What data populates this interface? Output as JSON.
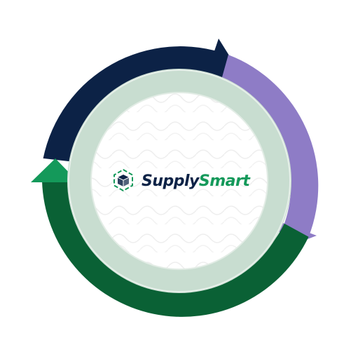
{
  "brand": {
    "name_part1": "Supply",
    "name_part2": "Smart",
    "logo_icon": "package-cube-icon"
  },
  "cycle": {
    "segments": [
      {
        "name": "navy-segment",
        "color": "#0c2246"
      },
      {
        "name": "purple-segment",
        "color": "#8e7cc6"
      },
      {
        "name": "dark-green-segment",
        "color": "#0a6135"
      }
    ],
    "inner_ring_color": "#c8ddd0",
    "center_color": "#ffffff",
    "accent_green": "#14995a"
  }
}
